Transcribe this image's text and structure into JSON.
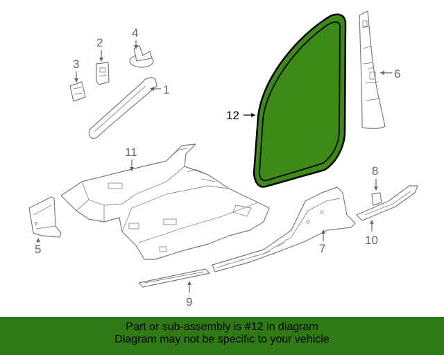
{
  "callouts": {
    "c1": "1",
    "c2": "2",
    "c3": "3",
    "c4": "4",
    "c5": "5",
    "c6": "6",
    "c7": "7",
    "c8": "8",
    "c9": "9",
    "c10": "10",
    "c11": "11",
    "c12": "12"
  },
  "highlight": {
    "part": "12",
    "fill_color": "#3d8a18",
    "outline_color": "#000000"
  },
  "banner": {
    "line1": "Part or sub-assembly is #12 in diagram",
    "line2": "Diagram may not be specific to your vehicle",
    "background": "#2f7a14"
  }
}
